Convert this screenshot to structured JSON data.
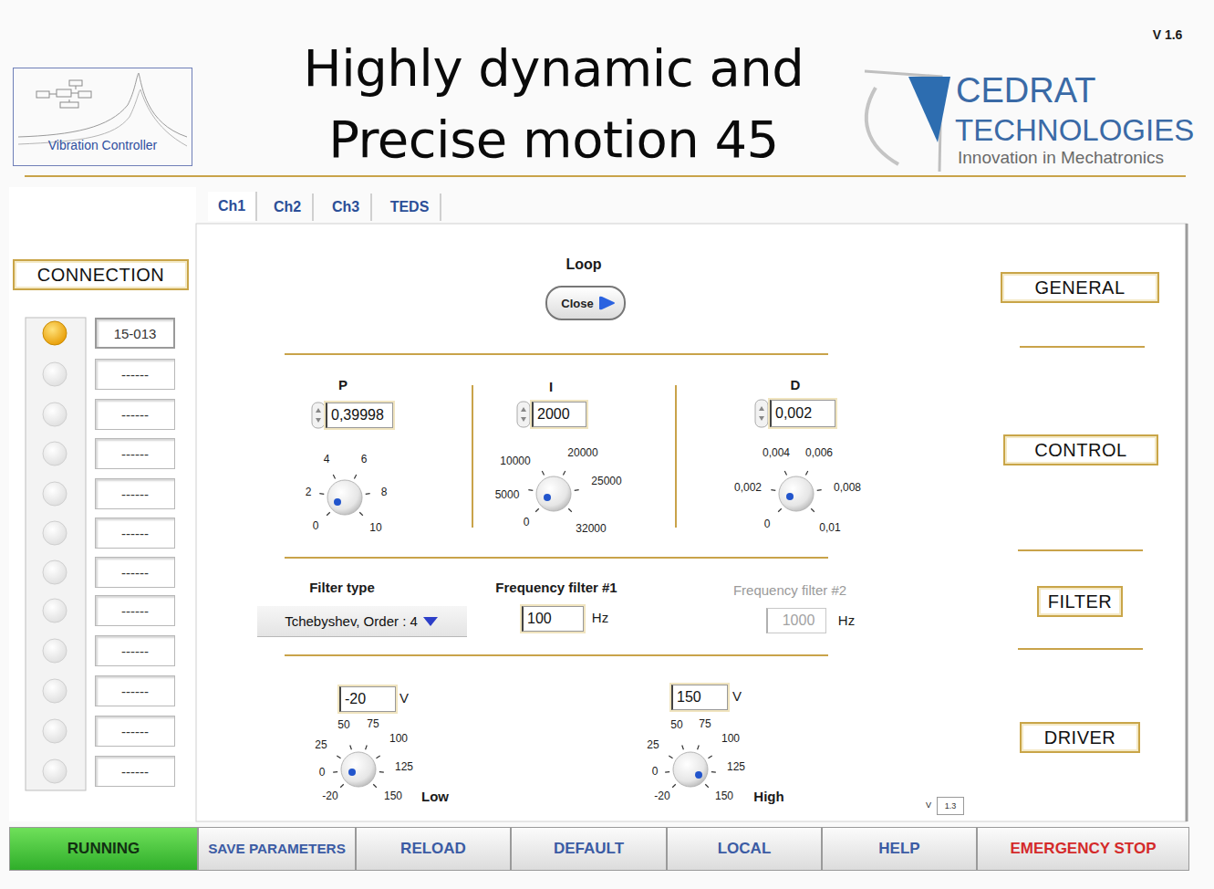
{
  "diagram": {
    "title": "Highly dynamic and Precise motion 45",
    "nodes": [
      {
        "text": [
          "Vibration Controller"
        ]
      },
      {
        "text": [
          "Ch1"
        ]
      },
      {
        "text": [
          "Ch2"
        ]
      },
      {
        "text": [
          "Ch3"
        ]
      },
      {
        "text": [
          "TEDS"
        ]
      },
      {
        "text": [
          "CONNECTION"
        ]
      },
      {
        "text": [
          "15-013"
        ]
      },
      {
        "text": [
          "------"
        ]
      },
      {
        "text": [
          "------"
        ]
      },
      {
        "text": [
          "------"
        ]
      },
      {
        "text": [
          "------"
        ]
      },
      {
        "text": [
          "------"
        ]
      },
      {
        "text": [
          "------"
        ]
      },
      {
        "text": [
          "------"
        ]
      },
      {
        "text": [
          "------"
        ]
      },
      {
        "text": [
          "------"
        ]
      },
      {
        "text": [
          "------"
        ]
      },
      {
        "text": [
          "------"
        ]
      },
      {
        "text": [
          "GENERAL"
        ]
      },
      {
        "text": [
          "CONTROL"
        ]
      },
      {
        "text": [
          "FILTER"
        ]
      },
      {
        "text": [
          "DRIVER"
        ]
      },
      {
        "text": [
          "Close"
        ]
      },
      {
        "text": [
          "0,39998"
        ]
      },
      {
        "text": [
          "2000"
        ]
      },
      {
        "text": [
          "0,002"
        ]
      },
      {
        "text": [
          "Tchebyshev, Order : 4"
        ]
      },
      {
        "text": [
          "100"
        ]
      },
      {
        "text": [
          "1000"
        ]
      },
      {
        "text": [
          "-20"
        ]
      },
      {
        "text": [
          "150"
        ]
      },
      {
        "text": [
          "1.3"
        ]
      },
      {
        "text": [
          "RUNNING"
        ]
      },
      {
        "text": [
          "SAVE PARAMETERS"
        ]
      },
      {
        "text": [
          "RELOAD"
        ]
      },
      {
        "text": [
          "DEFAULT"
        ]
      },
      {
        "text": [
          "LOCAL"
        ]
      },
      {
        "text": [
          "HELP"
        ]
      },
      {
        "text": [
          "EMERGENCY STOP"
        ]
      }
    ],
    "labels": [
      "V 1.6",
      "CEDRAT",
      "TECHNOLOGIES",
      "Innovation in Mechatronics",
      "Loop",
      "P",
      "I",
      "D",
      "0",
      "2",
      "4",
      "6",
      "8",
      "10",
      "0",
      "5000",
      "10000",
      "20000",
      "25000",
      "32000",
      "0",
      "0,002",
      "0,004",
      "0,006",
      "0,008",
      "0,01",
      "Filter type",
      "Frequency filter #1",
      "Hz",
      "Frequency filter #2",
      "Hz",
      "V",
      "V",
      "-20",
      "0",
      "25",
      "50",
      "75",
      "100",
      "125",
      "150",
      "Low",
      "-20",
      "0",
      "25",
      "50",
      "75",
      "100",
      "125",
      "150",
      "High",
      "V"
    ]
  }
}
